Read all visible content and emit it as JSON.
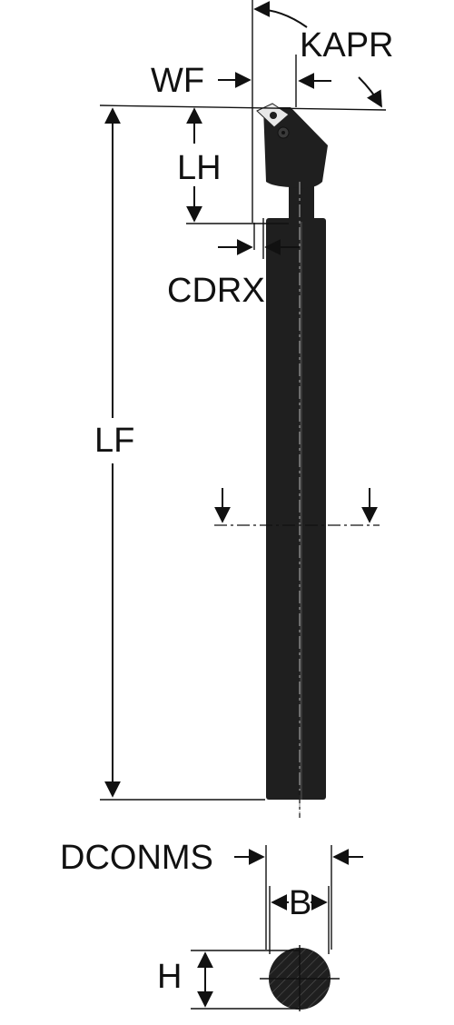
{
  "labels": {
    "kapr": "KAPR",
    "wf": "WF",
    "lh": "LH",
    "cdrx": "CDRX",
    "lf": "LF",
    "dconms": "DCONMS",
    "b": "B",
    "h": "H"
  },
  "colors": {
    "tool_body": "#1f1f1f",
    "tool_edge": "#3a3a3a",
    "insert": "#e8e8e8",
    "line": "#111111"
  }
}
